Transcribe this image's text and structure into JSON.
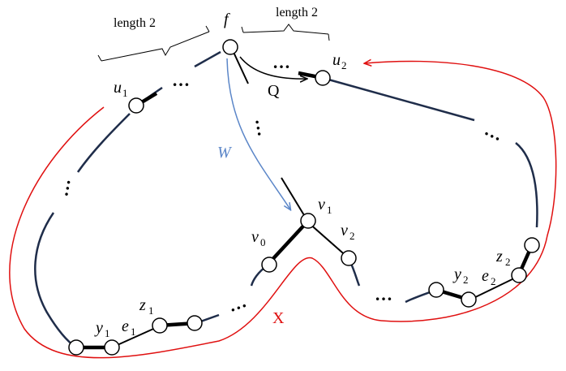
{
  "braces": {
    "left_label": "length 2",
    "right_label": "length 2"
  },
  "labels": {
    "f": "f",
    "u1": "u",
    "u1_sub": "1",
    "u2": "u",
    "u2_sub": "2",
    "v1": "v",
    "v1_sub": "1",
    "v0": "v",
    "v0_sub": "0",
    "v2": "v",
    "v2_sub": "2",
    "y1": "y",
    "y1_sub": "1",
    "e1": "e",
    "e1_sub": "1",
    "z1": "z",
    "z1_sub": "1",
    "y2": "y",
    "y2_sub": "2",
    "e2": "e",
    "e2_sub": "2",
    "z2": "z",
    "z2_sub": "2",
    "Q": "Q",
    "W": "W",
    "X": "X"
  },
  "ellipsis": "…",
  "colors": {
    "path": "#1f2d4a",
    "thick": "#000000",
    "red": "#e01010",
    "blue": "#5b86c8",
    "node_fill": "#ffffff",
    "node_stroke": "#000000"
  }
}
